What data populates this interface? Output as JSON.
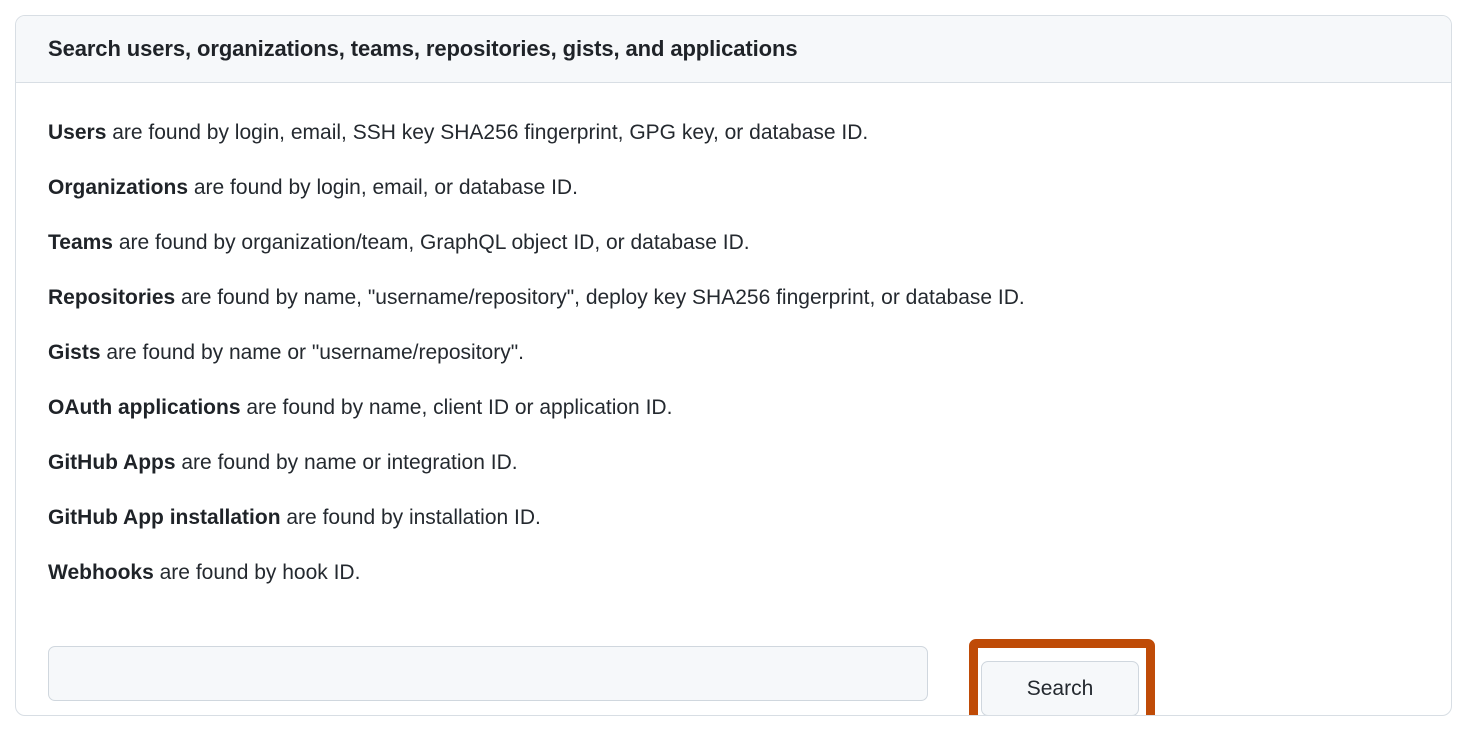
{
  "card": {
    "header_title": "Search users, organizations, teams, repositories, gists, and applications",
    "descriptions": [
      {
        "term": "Users",
        "rest": " are found by login, email, SSH key SHA256 fingerprint, GPG key, or database ID."
      },
      {
        "term": "Organizations",
        "rest": " are found by login, email, or database ID."
      },
      {
        "term": "Teams",
        "rest": " are found by organization/team, GraphQL object ID, or database ID."
      },
      {
        "term": "Repositories",
        "rest": " are found by name, \"username/repository\", deploy key SHA256 fingerprint, or database ID."
      },
      {
        "term": "Gists",
        "rest": " are found by name or \"username/repository\"."
      },
      {
        "term": "OAuth applications",
        "rest": " are found by name, client ID or application ID."
      },
      {
        "term": "GitHub Apps",
        "rest": " are found by name or integration ID."
      },
      {
        "term": "GitHub App installation",
        "rest": " are found by installation ID."
      },
      {
        "term": "Webhooks",
        "rest": " are found by hook ID."
      }
    ],
    "form": {
      "search_input_value": "",
      "search_input_placeholder": "",
      "search_button_label": "Search"
    }
  },
  "colors": {
    "highlight": "#bf4b07",
    "card_border": "#d8dee4",
    "header_bg": "#f6f8fa",
    "text": "#1f2328",
    "control_bg": "#f6f8fa",
    "control_border": "#d0d7de"
  }
}
